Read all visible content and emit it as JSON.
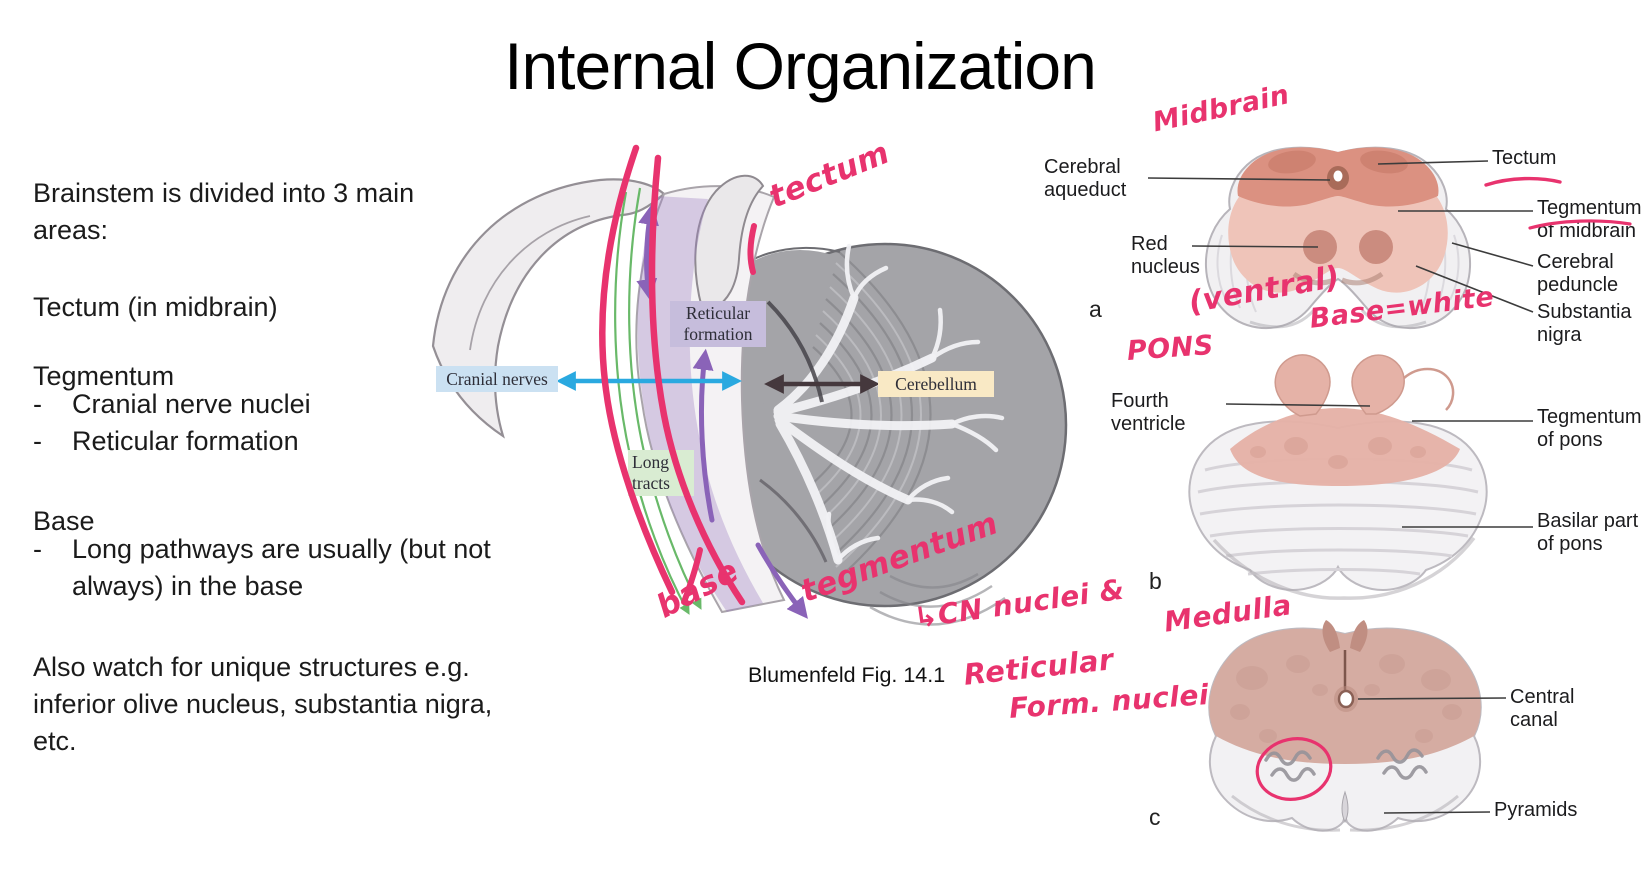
{
  "slide": {
    "title": "Internal Organization",
    "background": "#ffffff"
  },
  "left_panel": {
    "intro": "Brainstem is divided into 3 main areas:",
    "bullet_char": "-",
    "tectum_heading": "Tectum (in midbrain)",
    "tegmentum_heading": "Tegmentum",
    "tegmentum_bullets": [
      "Cranial nerve nuclei",
      "Reticular formation"
    ],
    "base_heading": "Base",
    "base_bullets": [
      "Long pathways are usually (but not always) in the base"
    ],
    "note": "Also watch for unique structures e.g. inferior olive nucleus, substantia nigra, etc."
  },
  "figure": {
    "caption": "Blumenfeld Fig. 14.1",
    "box_labels": {
      "reticular": "Reticular formation",
      "cranial": "Cranial nerves",
      "cerebellum": "Cerebellum",
      "long_tracts": "Long tracts"
    }
  },
  "ink": {
    "color": "#e8336e",
    "midbrain": "Midbrain",
    "tectum": "tectum",
    "ventral": "(ventral)",
    "base_white": "Base=white",
    "pons": "PONS",
    "base": "base",
    "tegmentum": "tegmentum",
    "cn_nuclei": "↳CN nuclei &",
    "reticular": "Reticular",
    "form_nuclei": "Form. nuclei",
    "medulla": "Medulla"
  },
  "cross_sections": {
    "midbrain": {
      "letter": "a",
      "labels": {
        "cerebral_aqueduct": "Cerebral aqueduct",
        "red_nucleus": "Red nucleus",
        "tectum": "Tectum",
        "tegmentum": "Tegmentum of midbrain",
        "cerebral_peduncle": "Cerebral peduncle",
        "substantia_nigra": "Substantia nigra"
      }
    },
    "pons": {
      "letter": "b",
      "labels": {
        "fourth_ventricle": "Fourth ventricle",
        "tegmentum": "Tegmentum of pons",
        "basilar": "Basilar part of pons"
      }
    },
    "medulla": {
      "letter": "c",
      "labels": {
        "central_canal": "Central canal",
        "pyramids": "Pyramids"
      }
    }
  },
  "colors": {
    "ink_pink": "#e8336e",
    "purple_band": "#8a63b8",
    "green_tract": "#69b969",
    "blue_arrow": "#2aa9e0",
    "dark_arrow": "#45383d",
    "reticular_label_bg": "#c6bddc",
    "cranial_label_bg": "#cbe1f2",
    "cerebellum_label_bg": "#f9e9c5",
    "long_tracts_label_bg": "#d9ecd2",
    "section_salmon": "#e5b2a7",
    "section_salmon_dark": "#db9181",
    "section_white_matter": "#f2f1f3"
  }
}
